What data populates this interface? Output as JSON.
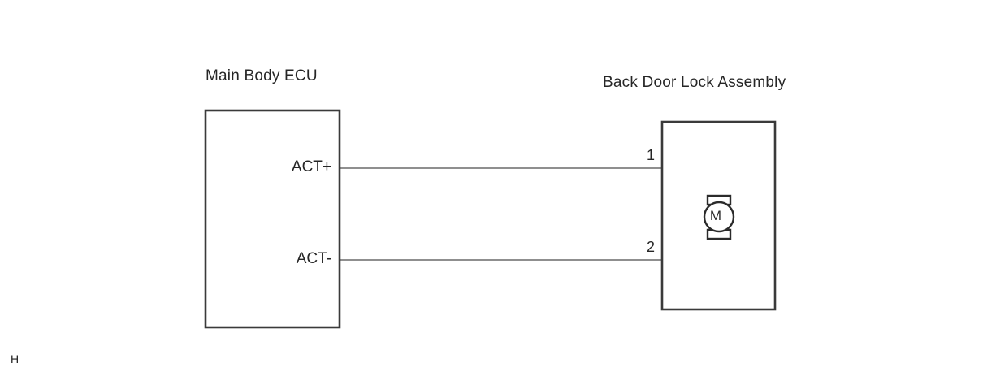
{
  "diagram": {
    "type": "wiring-schematic",
    "page_mark": "H",
    "components": [
      {
        "id": "main-body-ecu",
        "title": "Main Body ECU",
        "terminals": [
          {
            "name": "ACT+"
          },
          {
            "name": "ACT-"
          }
        ]
      },
      {
        "id": "back-door-lock-assembly",
        "title": "Back Door Lock Assembly",
        "terminals": [
          {
            "name": "1"
          },
          {
            "name": "2"
          }
        ],
        "internal_symbol": {
          "name": "motor",
          "letter": "M"
        }
      }
    ],
    "connections": [
      {
        "from": "ACT+",
        "to": "1"
      },
      {
        "from": "ACT-",
        "to": "2"
      }
    ],
    "colors": {
      "box_outline": "#3a3a3a",
      "wire": "#8f8f8f",
      "symbol_outline": "#2b2b2b",
      "text": "#262626",
      "background": "#ffffff"
    }
  }
}
